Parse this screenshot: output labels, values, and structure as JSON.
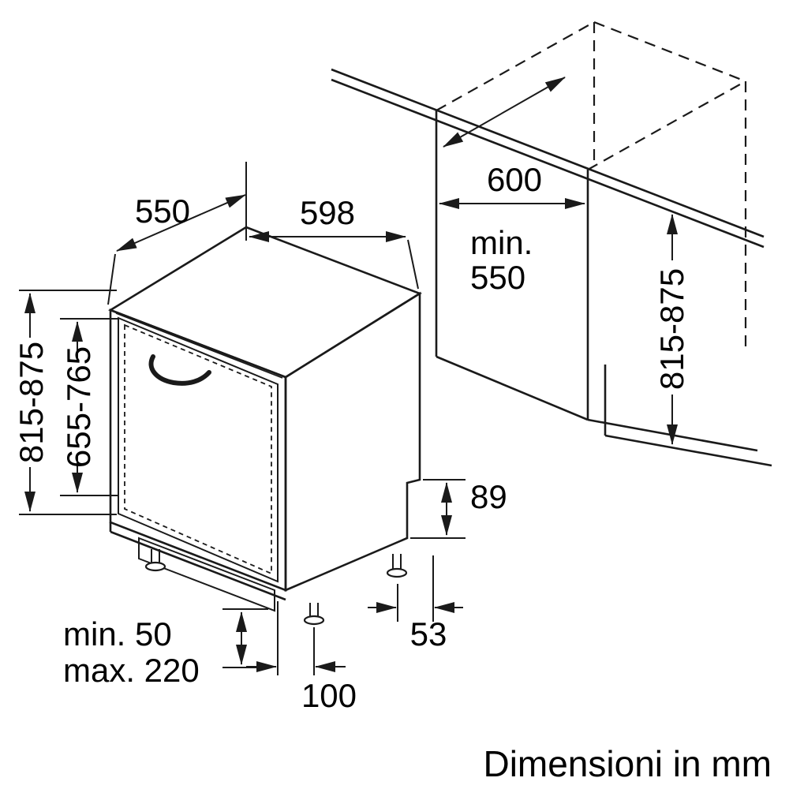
{
  "meta": {
    "background_color": "#ffffff",
    "ink_color": "#1a1a1a",
    "description": "installation-dimension-diagram-built-in-dishwasher"
  },
  "dimensions": {
    "appliance_depth": "550",
    "appliance_width": "598",
    "niche_width": "600",
    "niche_depth_line1": "min.",
    "niche_depth_line2": "550",
    "appliance_height": "815-875",
    "door_panel_height": "655-765",
    "niche_height": "815-875",
    "rear_recess_height": "89",
    "rear_foot_offset": "53",
    "plinth_line1": "min. 50",
    "plinth_line2": "max. 220",
    "front_foot_offset": "100"
  },
  "footer": {
    "text": "Dimensioni in mm"
  }
}
